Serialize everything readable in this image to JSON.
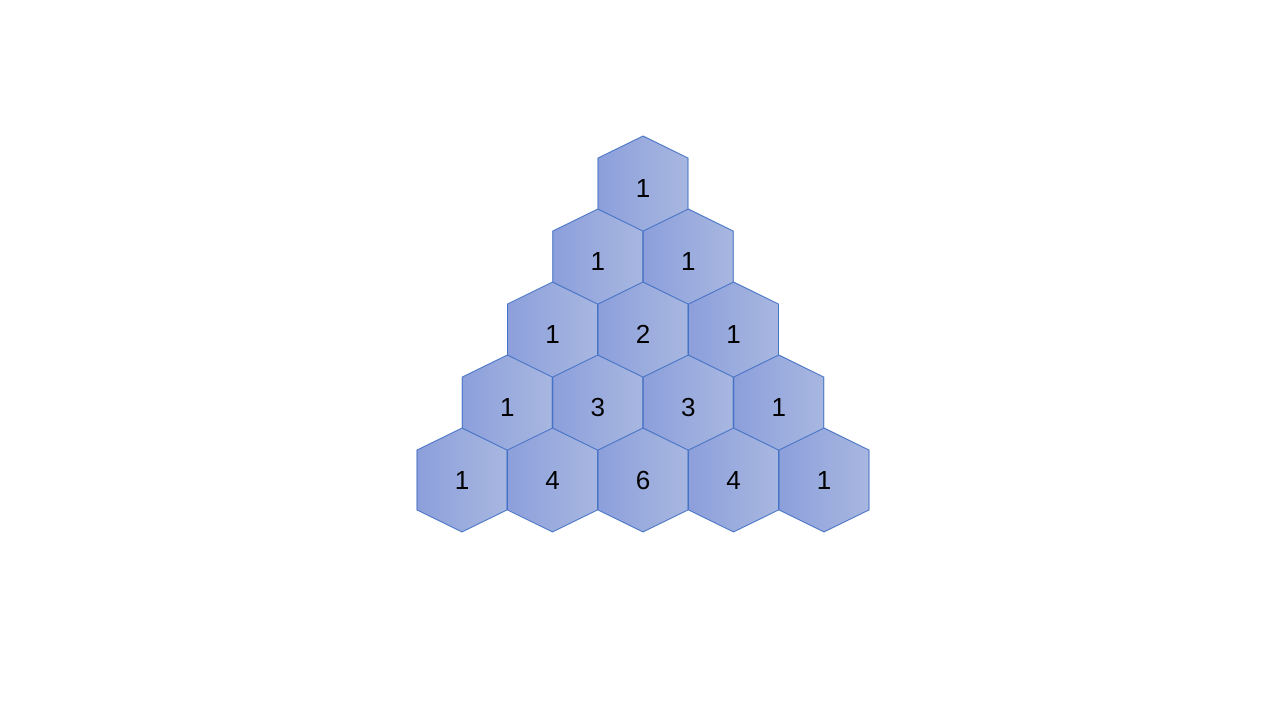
{
  "diagram": {
    "rows": [
      [
        "1"
      ],
      [
        "1",
        "1"
      ],
      [
        "1",
        "2",
        "1"
      ],
      [
        "1",
        "3",
        "3",
        "1"
      ],
      [
        "1",
        "4",
        "6",
        "4",
        "1"
      ]
    ],
    "colors": {
      "fill_start": "#8C9FDB",
      "fill_end": "#A8B7E0",
      "stroke": "#4472C4",
      "text": "#000000"
    }
  }
}
